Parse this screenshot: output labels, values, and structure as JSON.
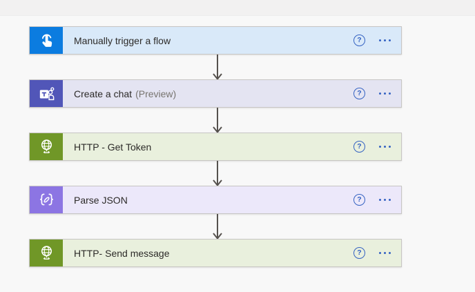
{
  "canvas": {
    "background": "#f8f8f8",
    "topstrip_background": "#f2f1f1",
    "arrow_color": "#55514d"
  },
  "controls": {
    "help_label": "?",
    "accent_color": "#3462c2"
  },
  "cards": [
    {
      "label": "Manually trigger a flow",
      "suffix": "",
      "icon": "touch-icon",
      "icon_bg": "#0b7ce0",
      "body_bg": "#d9e9f9"
    },
    {
      "label": "Create a chat",
      "suffix": "(Preview)",
      "icon": "teams-icon",
      "icon_bg": "#5156b8",
      "body_bg": "#e4e4f2"
    },
    {
      "label": "HTTP - Get Token",
      "suffix": "",
      "icon": "globe-icon",
      "icon_bg": "#709727",
      "body_bg": "#e9f0dd"
    },
    {
      "label": "Parse JSON",
      "suffix": "",
      "icon": "braces-icon",
      "icon_bg": "#8c75e3",
      "body_bg": "#ece8fa"
    },
    {
      "label": "HTTP- Send message",
      "suffix": "",
      "icon": "globe-icon",
      "icon_bg": "#709727",
      "body_bg": "#e9f0dd"
    }
  ]
}
